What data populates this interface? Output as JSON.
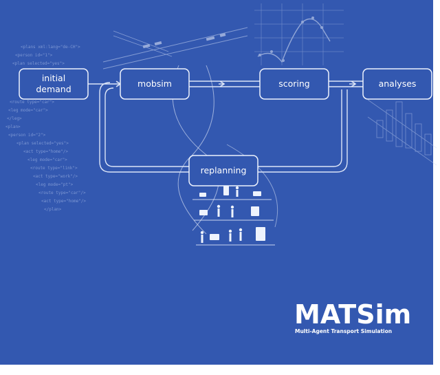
{
  "colors": {
    "background": "#3358b0",
    "line": "#dde6f8",
    "node_fill": "#3358b0",
    "text": "#ffffff"
  },
  "nodes": {
    "initial_demand": [
      "initial",
      "demand"
    ],
    "mobsim": "mobsim",
    "scoring": "scoring",
    "analyses": "analyses",
    "replanning": "replanning"
  },
  "logo": {
    "title": "MATSim",
    "subtitle": "Multi-Agent Transport Simulation"
  }
}
